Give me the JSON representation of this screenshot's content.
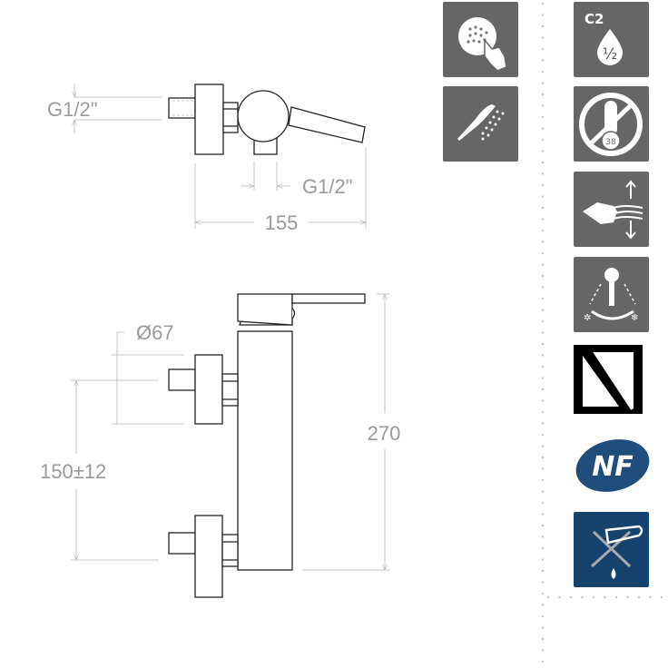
{
  "dimensions": {
    "top_inlet_thread": "G1/2\"",
    "top_outlet_thread": "G1/2\"",
    "depth": "155",
    "flange_diameter": "Ø67",
    "inlet_spacing": "150±12",
    "height": "270"
  },
  "icons": {
    "c2_label": "C2",
    "half_label": "½",
    "temp_label": "38",
    "nf_label": "NF"
  },
  "colors": {
    "icon_bg": "#666666",
    "nf_blue": "#1f4e7c",
    "badge_blue": "#16426e",
    "dim_text": "#9a9a9a"
  }
}
